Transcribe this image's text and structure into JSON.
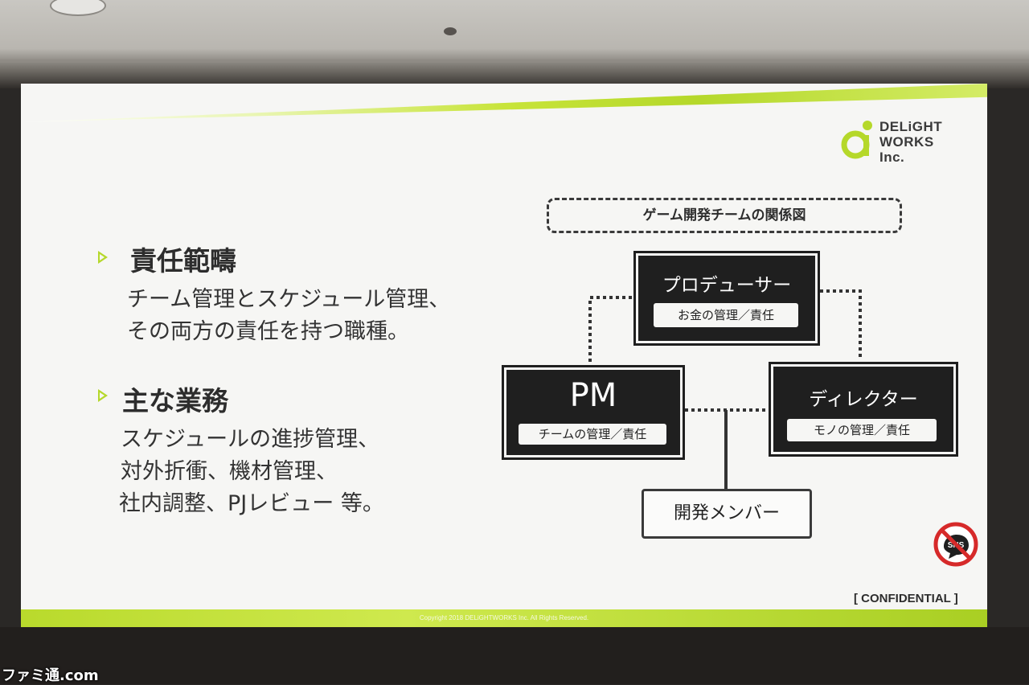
{
  "logo": {
    "text": "DELiGHT\nWORKS\nInc."
  },
  "sections": [
    {
      "heading": "責任範疇",
      "lines": [
        "チーム管理とスケジュール管理、",
        "その両方の責任を持つ職種。"
      ]
    },
    {
      "heading": "主な業務",
      "lines": [
        "スケジュールの進捗管理、",
        "対外折衝、機材管理、",
        "社内調整、PJレビュー 等。"
      ]
    }
  ],
  "diagram": {
    "title": "ゲーム開発チームの関係図",
    "producer": {
      "title": "プロデューサー",
      "sub": "お金の管理／責任"
    },
    "pm": {
      "title": "PM",
      "sub": "チームの管理／責任"
    },
    "director": {
      "title": "ディレクター",
      "sub": "モノの管理／責任"
    },
    "member": {
      "title": "開発メンバー"
    }
  },
  "confidential": "[ CONFIDENTIAL ]",
  "copyright": "Copyright 2018 DELiGHTWORKS Inc. All Rights Reserved.",
  "sns_badge": "SNS",
  "watermark": "ファミ通.com",
  "colors": {
    "accent": "#b5d82a",
    "node": "#1f1f1f",
    "text": "#2d2d2d"
  }
}
